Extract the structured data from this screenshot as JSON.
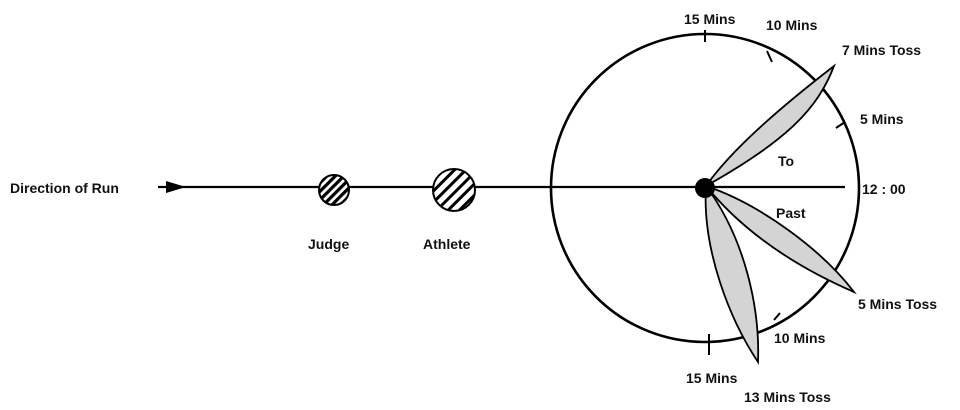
{
  "labels": {
    "direction": "Direction of Run",
    "judge": "Judge",
    "athlete": "Athlete",
    "to": "To",
    "past": "Past",
    "twelve": "12 : 00",
    "five_mins_upper": "5 Mins",
    "ten_mins_upper": "10 Mins",
    "fifteen_mins_upper": "15 Mins",
    "seven_mins_toss": "7 Mins Toss",
    "five_mins_toss": "5 Mins Toss",
    "ten_mins_lower": "10 Mins",
    "fifteen_mins_lower": "15 Mins",
    "thirteen_mins_toss": "13 Mins Toss"
  },
  "colors": {
    "line": "#000000",
    "hammer_fill": "#d4d4d4",
    "background": "#ffffff"
  }
}
